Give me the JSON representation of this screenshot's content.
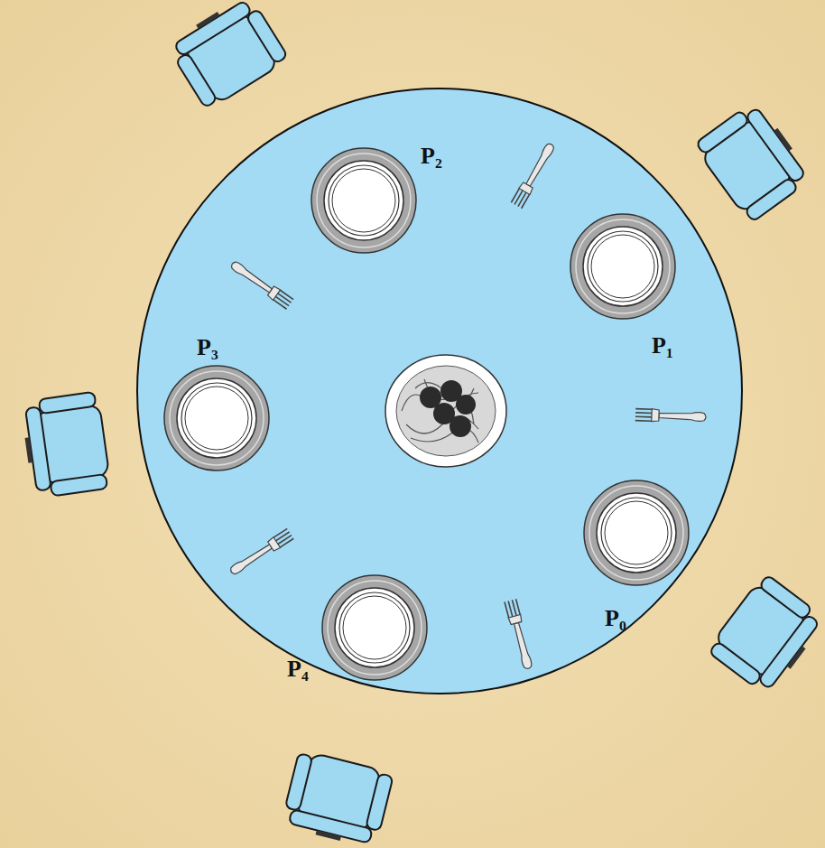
{
  "diagram": {
    "labels": [
      "P₂",
      "P₁",
      "P₃",
      "P₀",
      "P₄"
    ]
  }
}
